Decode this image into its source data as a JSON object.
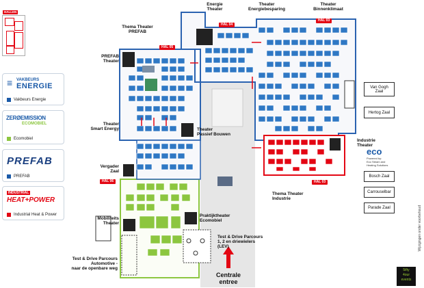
{
  "hall_labels": {
    "hal04": "HAL 04",
    "hal03_top": "HAL 03",
    "hal05": "HAL 05",
    "hal06": "HAL 06",
    "hal03_bottom": "HAL 03"
  },
  "minimap": {
    "title": "HALLEN"
  },
  "legend": [
    {
      "brand_line1": "VAKBEURS",
      "brand_line2": "ENERGIE",
      "label": "Vakbeurs Energie",
      "color": "#1a5aa8"
    },
    {
      "brand_line1": "ZERØEMISSION",
      "brand_line2": "ECOMOBIEL",
      "label": "Ecomobiel",
      "color": "#8cc63f"
    },
    {
      "brand_line1": "PREFAB",
      "brand_line2": "",
      "label": "PREFAB",
      "color": "#1a5aa8"
    },
    {
      "brand_line1": "INDUSTRIAL",
      "brand_line2": "HEAT+POWER",
      "label": "Industrial Heat & Power",
      "color": "#e30613"
    }
  ],
  "theaters": {
    "energie": "Energie\nTheater",
    "energiebesparing": "Theater\nEnergiebesparing",
    "binnenklimaat": "Theater\nBinnenklimaat",
    "thema_prefab": "Thema Theater\nPREFAB",
    "prefab": "PREFAB\nTheater",
    "smart_energy": "Theater\nSmart Energy",
    "passief_bouwen": "Theater\nPassief Bouwen",
    "vergader": "Vergader\nZaal",
    "industrie": "Industrie\nTheater",
    "thema_industrie": "Thema Theater\nIndustrie",
    "mobiliteits": "Mobiliteits\nTheater",
    "praktijk": "Praktijktheater\nEcomobiel"
  },
  "eco_brand": {
    "name": "eco",
    "powered": "Powered by:\nEco Steam and\nHeating Solutions"
  },
  "rooms": {
    "van_gogh": "Van Gogh\nZaal",
    "hertog": "Hertog Zaal",
    "bosch": "Bosch Zaal",
    "carrousel": "Carrouselbar",
    "parade": "Parade Zaal"
  },
  "parcours": {
    "lev": "Test & Drive Parcours\n1, 2 en driewielers\n(LEV)",
    "automotive": "Test & Drive Parcours\nAutomotive -\nnaar de openbare weg"
  },
  "entrance": "Centrale\nentree",
  "fifty_four": "5ifty\n4our\nevents",
  "disclaimer": "Wijzigingen onder voorbehoud",
  "colors": {
    "energie_blue": "#1a5aa8",
    "ecomobiel_green": "#8cc63f",
    "industrial_red": "#e30613",
    "hall_outline": "#2a62b0",
    "corridor": "#e6e6e6"
  }
}
